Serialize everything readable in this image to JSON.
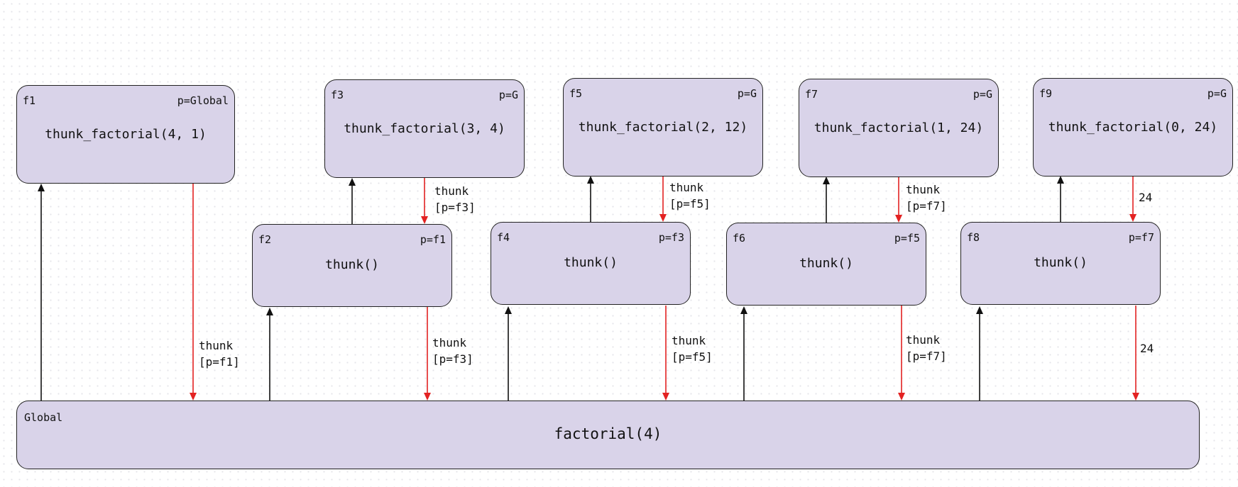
{
  "colors": {
    "frame_fill": "#d9d3e9",
    "border": "#222222",
    "parent_arrow": "#111111",
    "return_arrow": "#e32222"
  },
  "global": {
    "label": "Global",
    "call": "factorial(4)"
  },
  "frames": [
    {
      "id": "f1",
      "parent": "p=Global",
      "call": "thunk_factorial(4, 1)"
    },
    {
      "id": "f2",
      "parent": "p=f1",
      "call": "thunk()"
    },
    {
      "id": "f3",
      "parent": "p=G",
      "call": "thunk_factorial(3, 4)"
    },
    {
      "id": "f4",
      "parent": "p=f3",
      "call": "thunk()"
    },
    {
      "id": "f5",
      "parent": "p=G",
      "call": "thunk_factorial(2, 12)"
    },
    {
      "id": "f6",
      "parent": "p=f5",
      "call": "thunk()"
    },
    {
      "id": "f7",
      "parent": "p=G",
      "call": "thunk_factorial(1, 24)"
    },
    {
      "id": "f8",
      "parent": "p=f7",
      "call": "thunk()"
    },
    {
      "id": "f9",
      "parent": "p=G",
      "call": "thunk_factorial(0, 24)"
    }
  ],
  "return_labels": {
    "f1_to_global": [
      "thunk",
      "[p=f1]"
    ],
    "f3_to_f2": [
      "thunk",
      "[p=f3]"
    ],
    "f2_to_global": [
      "thunk",
      "[p=f3]"
    ],
    "f5_to_f4": [
      "thunk",
      "[p=f5]"
    ],
    "f4_to_global": [
      "thunk",
      "[p=f5]"
    ],
    "f7_to_f6": [
      "thunk",
      "[p=f7]"
    ],
    "f6_to_global": [
      "thunk",
      "[p=f7]"
    ],
    "f9_to_f8": [
      "24"
    ],
    "f8_to_global": [
      "24"
    ]
  }
}
